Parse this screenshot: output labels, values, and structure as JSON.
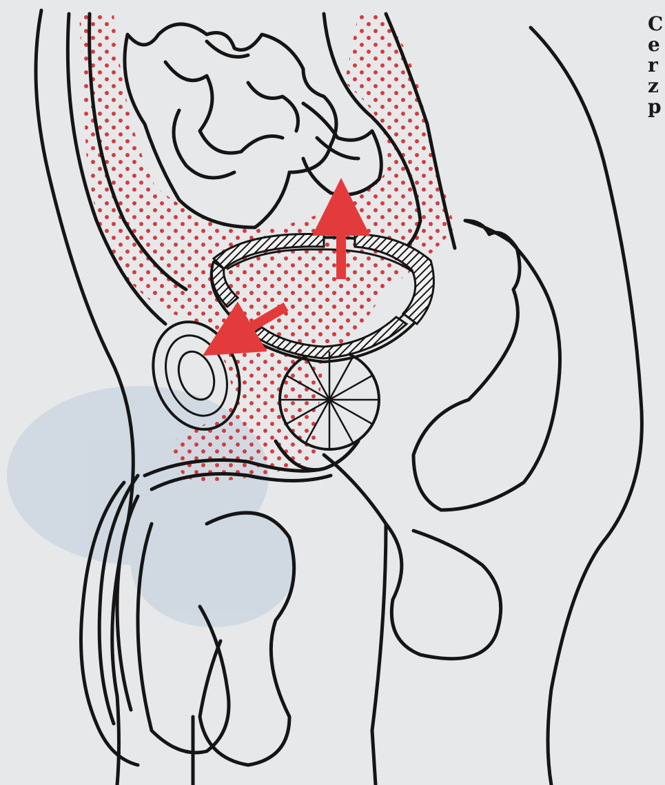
{
  "figure": {
    "fragment_letters": [
      "C",
      "e",
      "r",
      "z",
      "p"
    ],
    "colors": {
      "paper": "#e6e8ea",
      "ink": "#151515",
      "dots": "#d83a3a",
      "arrow": "#e33b3b",
      "shadow": "#b7c9da"
    },
    "arrows": [
      {
        "name": "upward-pressure-arrow",
        "direction": "up"
      },
      {
        "name": "backward-pressure-arrow",
        "direction": "down-left"
      }
    ]
  }
}
